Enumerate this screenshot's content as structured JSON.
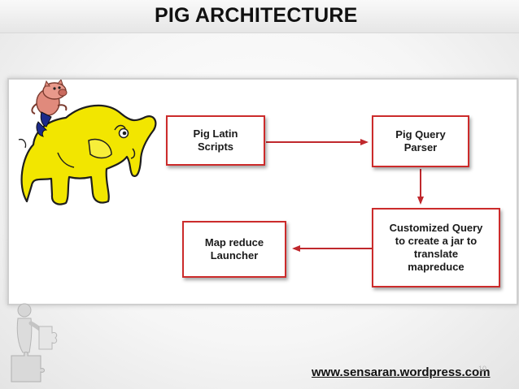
{
  "slide": {
    "title": "PIG ARCHITECTURE",
    "footer_url": "www.sensaran.wordpress.com",
    "slide_number": "10"
  },
  "diagram": {
    "nodes": [
      {
        "id": "pig-latin-scripts",
        "label": "Pig Latin\nScripts"
      },
      {
        "id": "pig-query-parser",
        "label": "Pig Query\nParser"
      },
      {
        "id": "customized-query",
        "label": "Customized Query\nto create a jar to\ntranslate\nmapreduce"
      },
      {
        "id": "map-reduce-launcher",
        "label": "Map reduce\nLauncher"
      }
    ],
    "edges": [
      {
        "from": "pig-latin-scripts",
        "to": "pig-query-parser"
      },
      {
        "from": "pig-query-parser",
        "to": "customized-query"
      },
      {
        "from": "customized-query",
        "to": "map-reduce-launcher"
      }
    ],
    "colors": {
      "box_border": "#cc2b2b",
      "arrow": "#c0282d",
      "elephant": "#f2e600",
      "pig": "#e08a7c"
    }
  },
  "icons": {
    "mascot": "pig-riding-elephant-logo",
    "decoration": "puzzle-figure-icon"
  }
}
